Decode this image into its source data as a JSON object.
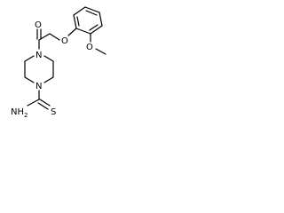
{
  "molecule": {
    "atoms": {
      "o_carbonyl": "O",
      "o_ether": "O",
      "o_methoxy": "O",
      "n_top": "N",
      "n_bottom": "N",
      "s_thio": "S",
      "nh2": "NH",
      "nh2_subscript": "2"
    }
  }
}
